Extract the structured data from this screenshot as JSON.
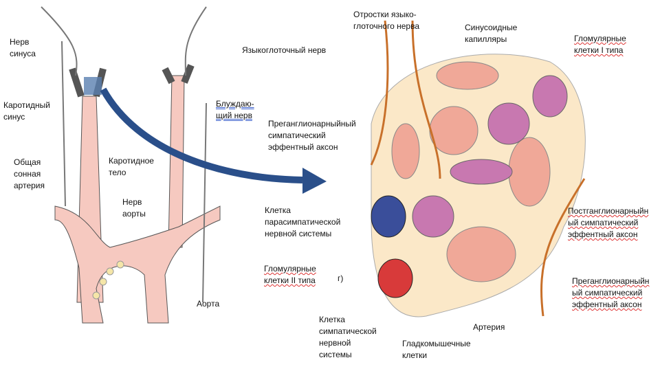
{
  "labels": {
    "sinus_nerve": "Нерв\nсинуса",
    "carotid_sinus": "Каротидный\nсинус",
    "common_carotid": "Общая\nсонная\nартерия",
    "carotid_body": "Каротидное\nтело",
    "aortic_nerve": "Нерв\nаорты",
    "aorta": "Аорта",
    "glossopharyngeal": "Языкоглоточный нерв",
    "vagus": "Блуждаю-\nщий нерв",
    "glossopharyngeal_processes": "Отростки языко-\nглоточного нерва",
    "sinusoid_capillaries": "Синусоидные\nкапилляры",
    "glomus_type1": "Гломулярные\nклетки I типа",
    "preganglionic_top": "Преганглионарныйный\nсимпатический\nэффентный аксон",
    "parasympathetic_cell": "Клетка\nпарасимпатической\nнервной системы",
    "glomus_type2": "Гломулярные\nклетки II типа",
    "panel_letter": "г)",
    "sympathetic_cell": "Клетка\nсимпатической\nнервной\nсистемы",
    "smooth_muscle": "Гладкомышечные\nклетки",
    "artery": "Артерия",
    "postganglionic": "Постганглионарныйн\nый симпатический\nэффентный аксон",
    "preganglionic_right": "Преганглионарныйн\nый симпатический\nэффентный аксон"
  },
  "colors": {
    "vessel": "#f6c9c0",
    "capillary": "#f0a898",
    "glomus1": "#c878b0",
    "parasym": "#3a4e9a",
    "sym": "#d83a3a",
    "nerve": "#c8702a",
    "arrow": "#2a4f8a",
    "background_tissue": "#fbe8c8"
  }
}
